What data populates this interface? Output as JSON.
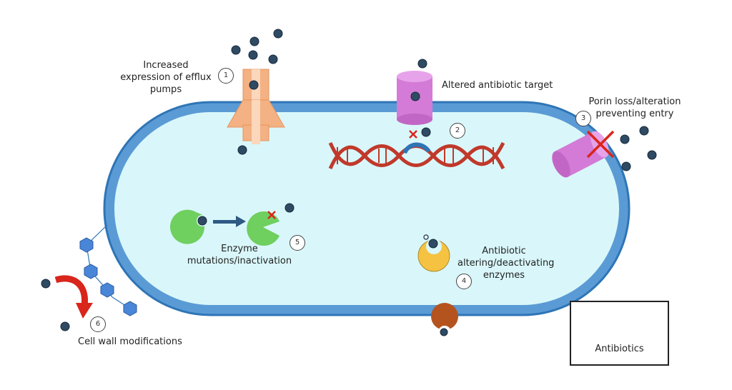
{
  "labels": {
    "efflux": "Increased\nexpression of efflux\npumps",
    "target": "Altered antibiotic target",
    "porin": "Porin loss/alteration\npreventing entry",
    "enzyme_mut": "Enzyme\nmutations/inactivation",
    "altering": "Antibiotic\naltering/deactivating\nenzymes",
    "cell_wall": "Cell wall modifications",
    "legend": "Antibiotics"
  },
  "steps": [
    "1",
    "2",
    "3",
    "4",
    "5",
    "6"
  ],
  "colors": {
    "membrane": "#5b9bd5",
    "membrane_dark": "#2e75b6",
    "cytoplasm": "#d9f7fa",
    "antibiotic": "#2f4a63",
    "pump": "#f4b183",
    "target": "#d37bd6",
    "dna": "#c0392b",
    "enzyme_green": "#6fcf5f",
    "enzyme_yellow": "#f5c242",
    "hexagon": "#4a86d8",
    "arrow_red": "#d9261c",
    "cross_red": "#d9261c",
    "brown": "#b5531e"
  }
}
